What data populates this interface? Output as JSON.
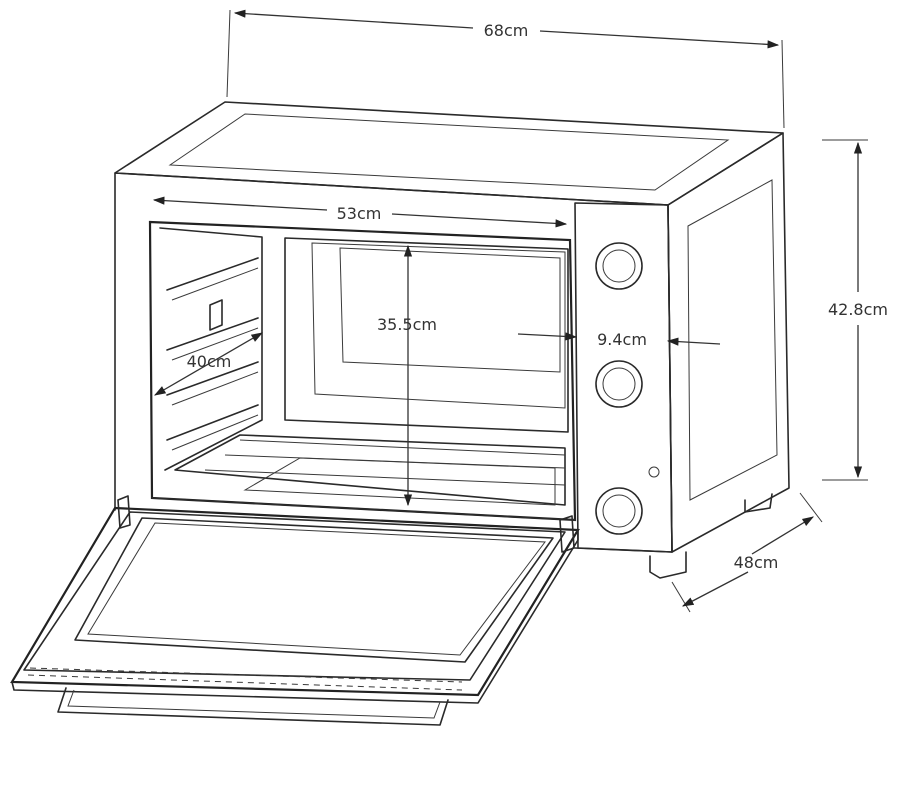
{
  "dimensions": {
    "width_outer": "68cm",
    "height_outer": "42.8cm",
    "depth_outer": "48cm",
    "width_inner": "53cm",
    "height_inner": "35.5cm",
    "depth_inner": "40cm",
    "panel_width": "9.4cm"
  }
}
